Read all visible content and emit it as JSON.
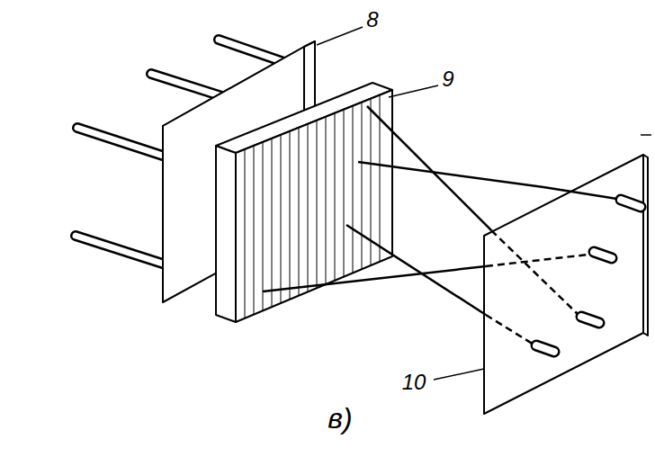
{
  "diagram": {
    "labels": [
      "8",
      "9",
      "10",
      "в)"
    ]
  }
}
